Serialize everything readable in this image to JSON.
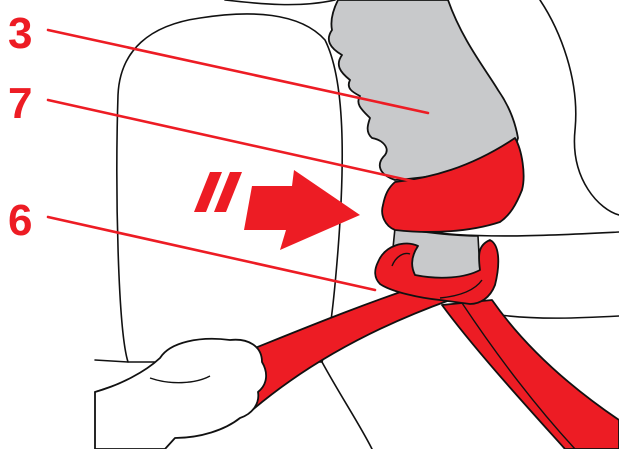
{
  "callouts": [
    {
      "number": "3"
    },
    {
      "number": "7"
    },
    {
      "number": "6"
    }
  ],
  "colors": {
    "accent_red": "#ED1C24",
    "gray_fill": "#C8C9CB",
    "outline": "#111111",
    "background": "#FFFFFF"
  }
}
